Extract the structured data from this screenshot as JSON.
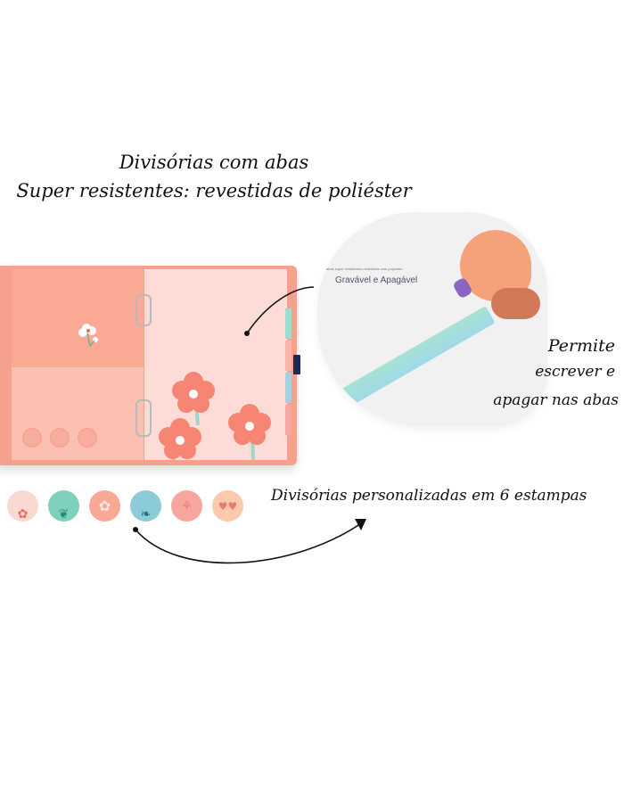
{
  "heading": {
    "line1": "Divisórias com abas",
    "line2": "Super resistentes: revestidas de poliéster"
  },
  "callout": {
    "line1": "Permite",
    "line2": "escrever e",
    "line3": "apagar nas abas"
  },
  "detail": {
    "small_caption": "abas super resistentes revestidas com polyester",
    "caption": "Gravável e Apagável"
  },
  "patterns": {
    "caption": "Divisórias personalizadas em 6 estampas",
    "swatches": [
      {
        "name": "red-flowers",
        "bg": "#fbd9d3",
        "fg": "#f06a55"
      },
      {
        "name": "green-leaves",
        "bg": "#7fcfbf",
        "fg": "#1e8c73"
      },
      {
        "name": "pink-blossom",
        "bg": "#f8a894",
        "fg": "#fde6df"
      },
      {
        "name": "blue-branches",
        "bg": "#8ccbd9",
        "fg": "#1f6b7a"
      },
      {
        "name": "salmon-tulips",
        "bg": "#f6a69e",
        "fg": "#f27d70"
      },
      {
        "name": "peach-hearts",
        "bg": "#fcc9ae",
        "fg": "#e87c6c"
      }
    ]
  },
  "colors": {
    "binder": "#f6a08e",
    "page": "#fddcd8",
    "left_page": "#fbb4a4",
    "strap": "#1d2a55",
    "petal": "#f78573",
    "stem": "#9fd7cf"
  }
}
